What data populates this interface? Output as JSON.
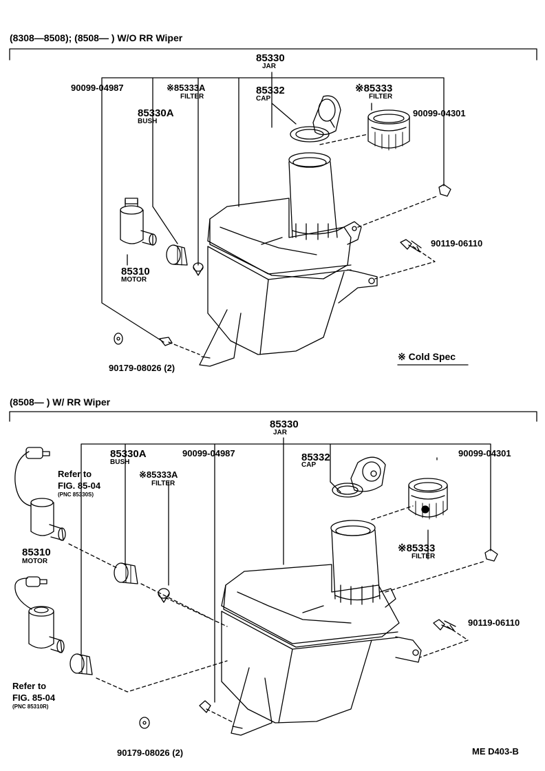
{
  "top": {
    "header": "(8308—8508); (8508—        ) W/O RR Wiper",
    "jar_number": "85330",
    "jar_label": "JAR",
    "part_90099_04987": "90099-04987",
    "filter_a_number": "※85333A",
    "filter_a_label": "FILTER",
    "bush_number": "85330A",
    "bush_label": "BUSH",
    "cap_number": "85332",
    "cap_label": "CAP",
    "filter_number": "※85333",
    "filter_label": "FILTER",
    "part_90099_04301": "90099-04301",
    "bolt_number": "90119-06110",
    "motor_number": "85310",
    "motor_label": "MOTOR",
    "grommet_number": "90179-08026 (2)",
    "cold_spec": "※ Cold Spec"
  },
  "bottom": {
    "header": "(8508—        ) W/ RR Wiper",
    "jar_number": "85330",
    "jar_label": "JAR",
    "bush_number": "85330A",
    "bush_label": "BUSH",
    "part_90099_04987": "90099-04987",
    "cap_number": "85332",
    "cap_label": "CAP",
    "part_90099_04301": "90099-04301",
    "refer1_line1": "Refer to",
    "refer1_line2": "FIG. 85-04",
    "refer1_pnc": "(PNC 85330S)",
    "filter_a_number": "※85333A",
    "filter_a_label": "FILTER",
    "motor_number": "85310",
    "motor_label": "MOTOR",
    "filter_number": "※85333",
    "filter_label": "FILTER",
    "bolt_number": "90119-06110",
    "refer2_line1": "Refer to",
    "refer2_line2": "FIG. 85-04",
    "refer2_pnc": "(PNC 85310R)",
    "grommet_number": "90179-08026 (2)",
    "footer_code": "ME  D403-B"
  }
}
